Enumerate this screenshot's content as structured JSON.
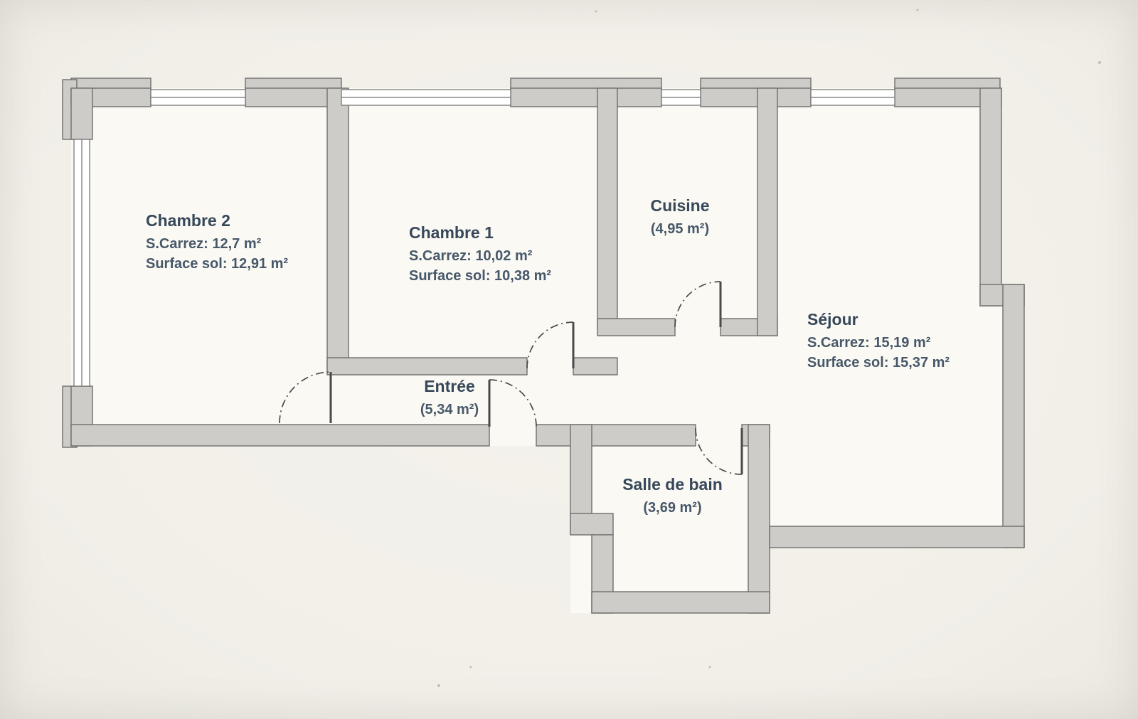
{
  "document": {
    "kind": "apartment-floor-plan"
  },
  "colors": {
    "background": "#f2f0ea",
    "floor_fill": "#fbf9f3",
    "wall_fill": "#cdccc8",
    "wall_stroke": "#6f6f6d",
    "window_fill": "#ffffff",
    "door_stroke": "#4a4a4a",
    "room_name_color": "#36485a",
    "room_detail_color": "#47586a"
  },
  "rooms": [
    {
      "name": "Chambre 2",
      "line1": "S.Carrez: 12,7 m²",
      "line2": "Surface sol: 12,91 m²"
    },
    {
      "name": "Chambre 1",
      "line1": "S.Carrez: 10,02 m²",
      "line2": "Surface sol: 10,38 m²"
    },
    {
      "name": "Cuisine",
      "line1": "(4,95 m²)"
    },
    {
      "name": "Séjour",
      "line1": "S.Carrez: 15,19 m²",
      "line2": "Surface sol: 15,37 m²"
    },
    {
      "name": "Entrée",
      "line1": "(5,34 m²)"
    },
    {
      "name": "Salle de bain",
      "line1": "(3,69 m²)"
    }
  ]
}
